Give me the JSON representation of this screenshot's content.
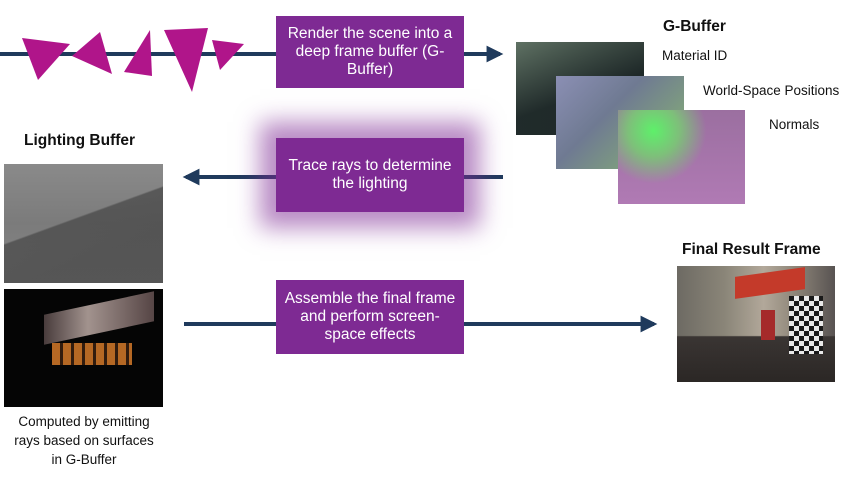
{
  "steps": {
    "render": "Render the scene into a deep frame buffer (G-Buffer)",
    "trace": "Trace rays to determine the lighting",
    "assemble": "Assemble the final frame and perform screen-space effects"
  },
  "gbuffer": {
    "title": "G-Buffer",
    "layers": [
      "Material ID",
      "World-Space Positions",
      "Normals"
    ]
  },
  "lighting": {
    "title": "Lighting Buffer",
    "caption": "Computed by emitting rays based on surfaces in G-Buffer"
  },
  "final": {
    "title": "Final Result Frame"
  },
  "colors": {
    "box": "#7e2a93",
    "arrow": "#1f3a5c",
    "triangles": "#b0158a"
  }
}
